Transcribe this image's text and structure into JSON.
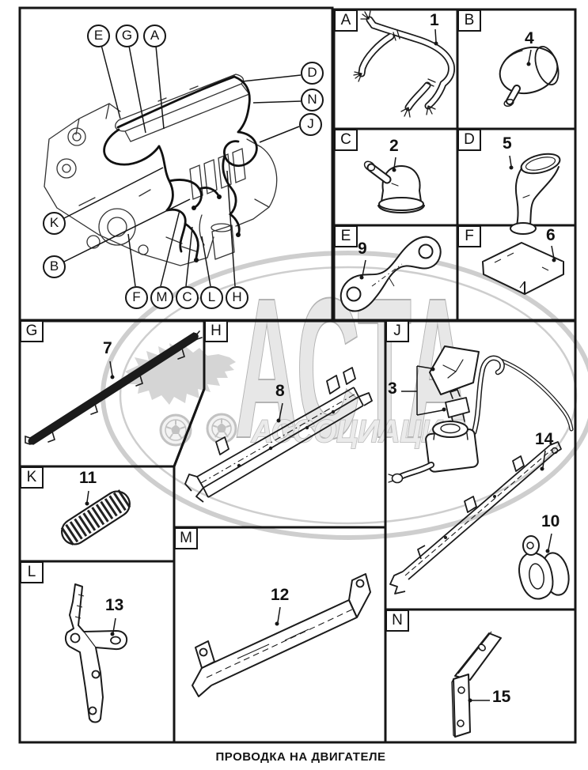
{
  "caption": "ПРОВОДКА НА ДВИГАТЕЛЕ",
  "watermark": {
    "brand": "АСТА",
    "subtitle": "АССОЦИАЦИЯ"
  },
  "panels": {
    "A": "A",
    "B": "B",
    "C": "C",
    "D": "D",
    "E": "E",
    "F": "F",
    "G": "G",
    "H": "H",
    "J": "J",
    "K": "K",
    "L": "L",
    "M": "M",
    "N": "N"
  },
  "callouts": {
    "E": "E",
    "G": "G",
    "A": "A",
    "D": "D",
    "N": "N",
    "J": "J",
    "K": "K",
    "B": "B",
    "F": "F",
    "M": "M",
    "C": "C",
    "L": "L",
    "H": "H"
  },
  "parts": {
    "n1": "1",
    "n2": "2",
    "n3": "3",
    "n4": "4",
    "n5": "5",
    "n6": "6",
    "n7": "7",
    "n8": "8",
    "n9": "9",
    "n10": "10",
    "n11": "11",
    "n12": "12",
    "n13": "13",
    "n14": "14",
    "n15": "15"
  }
}
